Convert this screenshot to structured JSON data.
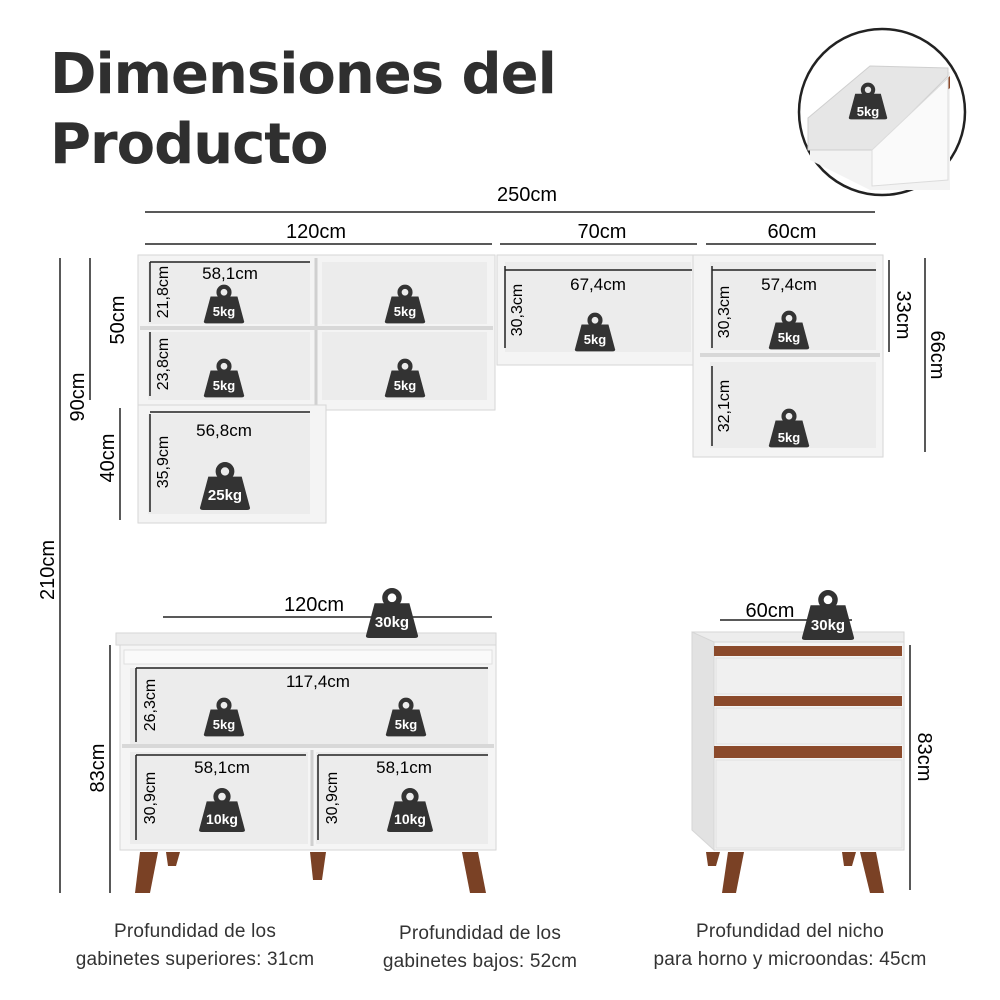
{
  "title": {
    "line1": "Dimensiones del",
    "line2": "Producto"
  },
  "drawer_detail": {
    "icon": "weight-icon",
    "weight": "5kg"
  },
  "upper_cabinets": {
    "total_width": "250cm",
    "section_widths": [
      "120cm",
      "70cm",
      "60cm"
    ],
    "left_heights": [
      "50cm",
      "40cm"
    ],
    "total_height_upper": "90cm",
    "right_heights": [
      "33cm",
      "66cm"
    ],
    "compartments": {
      "a_width": "58,1cm",
      "a_height_top": "21,8cm",
      "a_height_bottom": "23,8cm",
      "b_width": "56,8cm",
      "b_height": "35,9cm",
      "c_width": "67,4cm",
      "c_height": "30,3cm",
      "d_width": "57,4cm",
      "d_height_top": "30,3cm",
      "d_height_bottom": "32,1cm"
    },
    "loads": {
      "small": "5kg",
      "large": "25kg"
    }
  },
  "overall_height": "210cm",
  "lower_cabinet": {
    "width": "120cm",
    "height": "83cm",
    "top_load": "30kg",
    "inner_width": "117,4cm",
    "upper_shelf_height": "26,3cm",
    "lower_width": "58,1cm",
    "lower_height": "30,9cm",
    "shelf_load": "5kg",
    "bottom_load": "10kg"
  },
  "drawer_cabinet": {
    "width": "60cm",
    "height": "83cm",
    "top_load": "30kg"
  },
  "captions": {
    "upper_depth": [
      "Profundidad de los",
      "gabinetes superiores: 31cm"
    ],
    "lower_depth": [
      "Profundidad de los",
      "gabinetes bajos: 52cm"
    ],
    "niche_depth": [
      "Profundidad del nicho",
      "para horno y microondas: 45cm"
    ]
  },
  "colors": {
    "cabinet": "#f2f2f2",
    "cabinet_edge": "#d8d8d8",
    "wood": "#8b4a2b",
    "badge": "#333333",
    "line": "#222222"
  }
}
